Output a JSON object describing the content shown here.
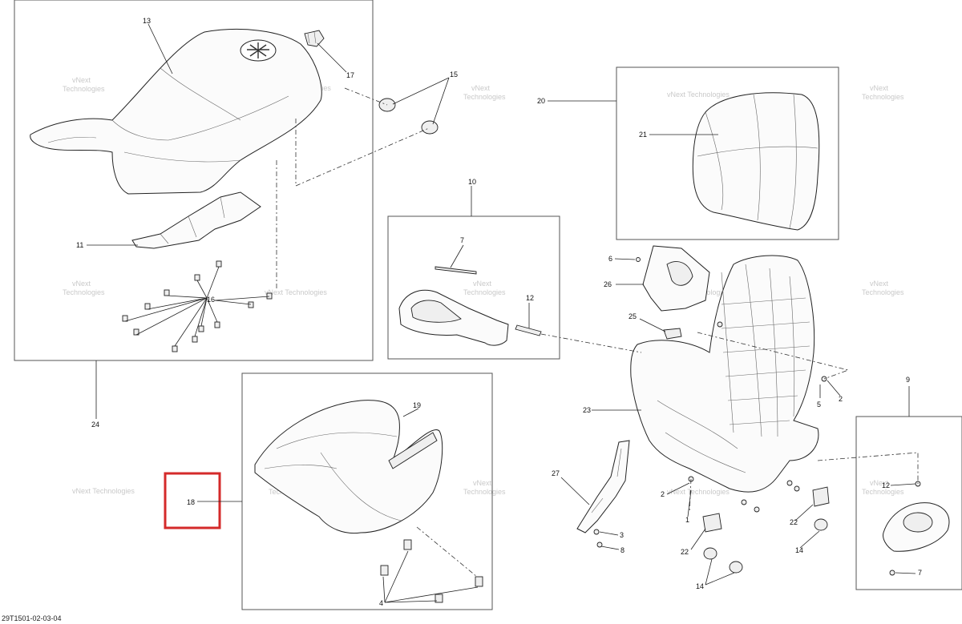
{
  "diagram_code": "29T1501-02-03-04",
  "watermark": {
    "line1": "vNext",
    "line2": "Technologies",
    "line3": "vNext Technologies"
  },
  "highlight_color": "#d42a2a",
  "callouts": {
    "c13": "13",
    "c17": "17",
    "c15": "15",
    "c20": "20",
    "c21": "21",
    "c11": "11",
    "c16": "16",
    "c10": "10",
    "c7": "7",
    "c12": "12",
    "c6": "6",
    "c26": "26",
    "c25": "25",
    "c2a": "2",
    "c5": "5",
    "c24": "24",
    "c19": "19",
    "c23": "23",
    "c9": "9",
    "c18": "18",
    "c27": "27",
    "c2b": "2",
    "c1": "1",
    "c22a": "22",
    "c22b": "22",
    "c14a": "14",
    "c3": "3",
    "c8": "8",
    "c14b": "14",
    "c4": "4",
    "c12b": "12",
    "c7b": "7"
  }
}
